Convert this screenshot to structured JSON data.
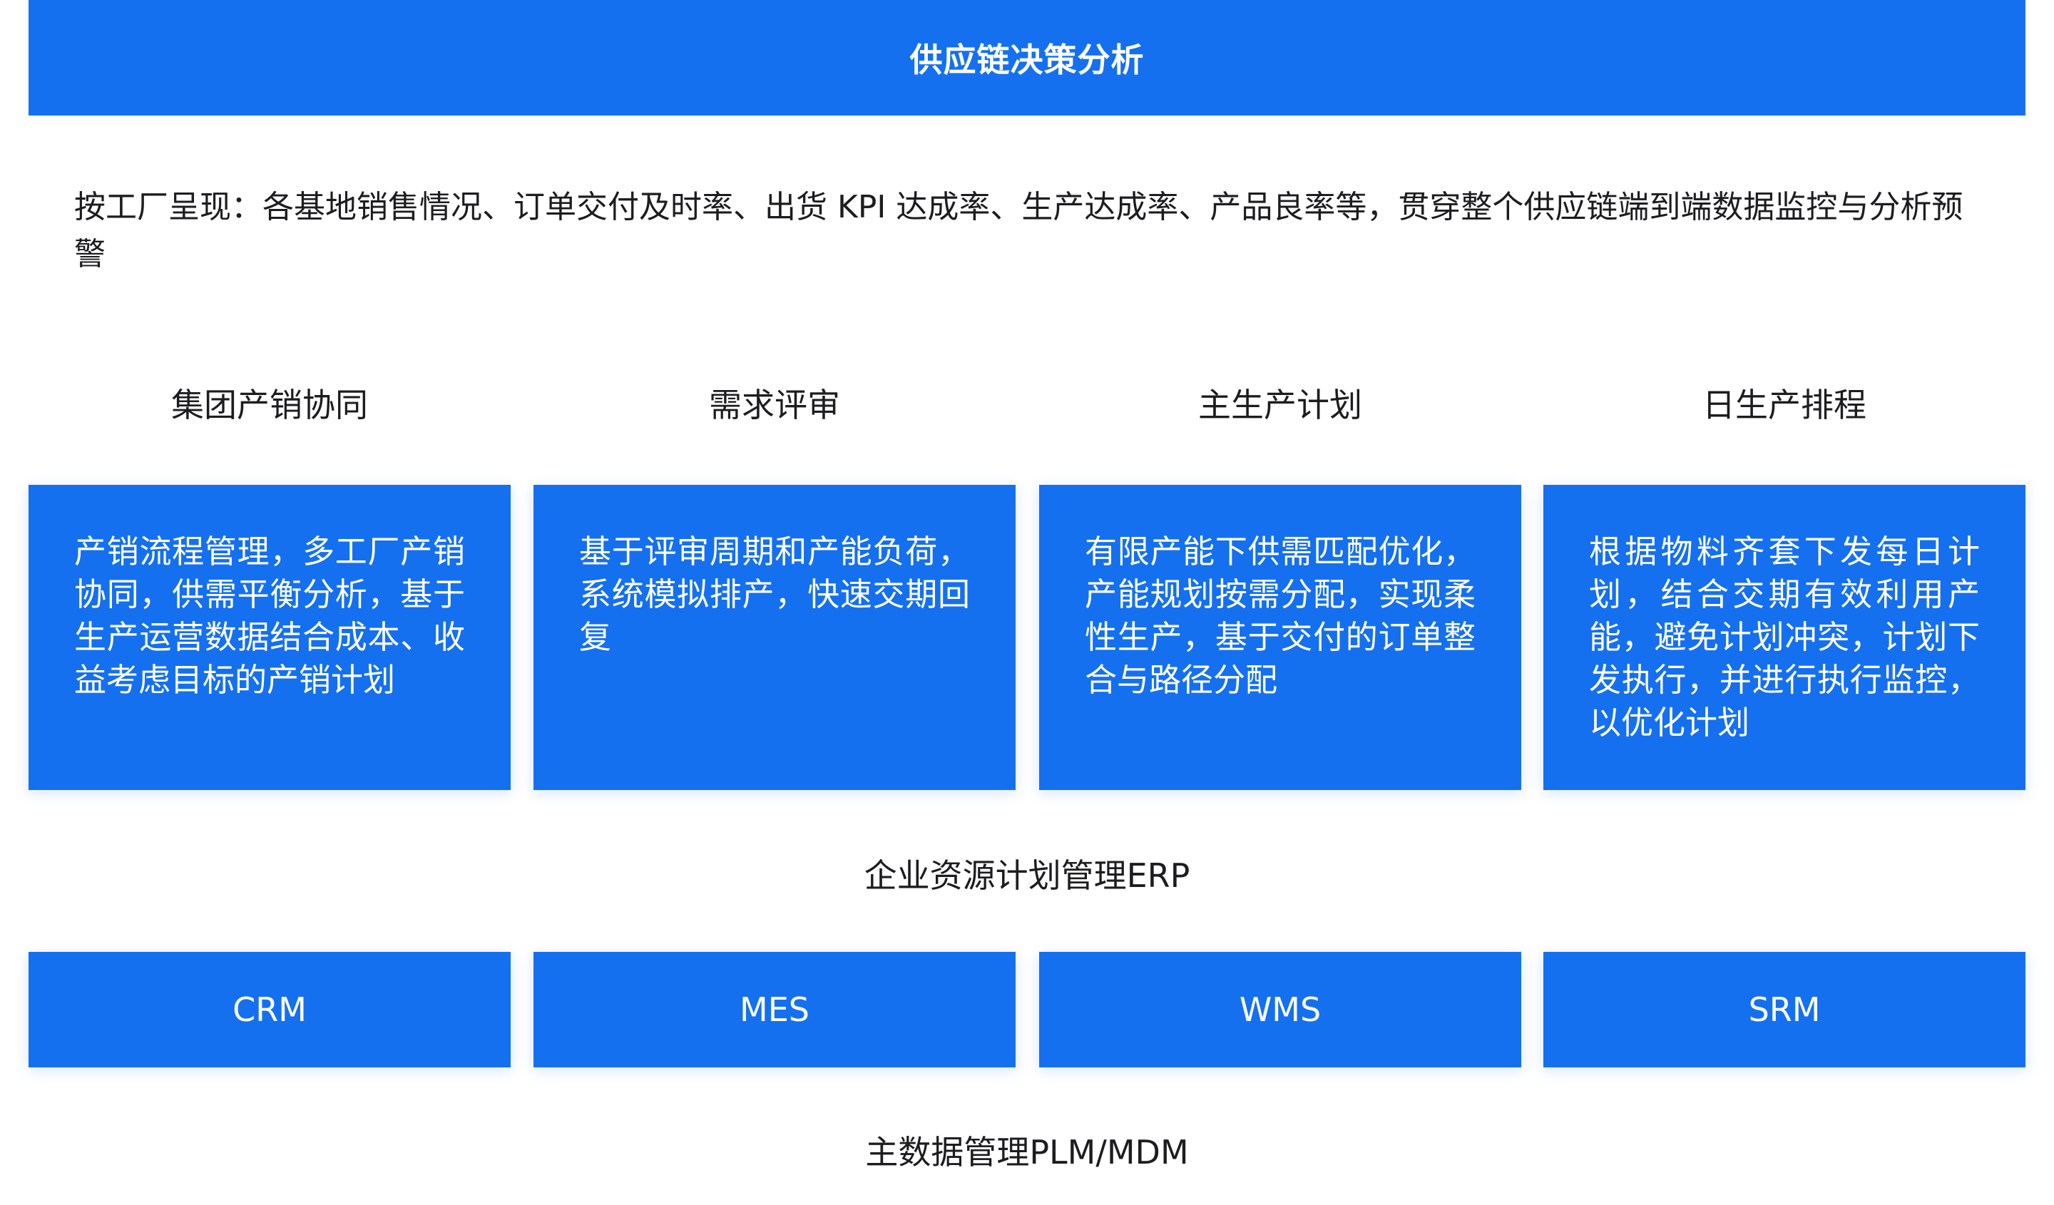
{
  "header": {
    "title": "供应链决策分析"
  },
  "description": "按工厂呈现：各基地销售情况、订单交付及时率、出货 KPI 达成率、生产达成率、产品良率等，贯穿整个供应链端到端数据监控与分析预警",
  "stages": [
    {
      "title": "集团产销协同",
      "body": "产销流程管理，多工厂产销协同，供需平衡分析，基于生产运营数据结合成本、收益考虑目标的产销计划"
    },
    {
      "title": "需求评审",
      "body": "基于评审周期和产能负荷，系统模拟排产，快速交期回复"
    },
    {
      "title": "主生产计划",
      "body": "有限产能下供需匹配优化，产能规划按需分配，实现柔性生产，基于交付的订单整合与路径分配"
    },
    {
      "title": "日生产排程",
      "body": "根据物料齐套下发每日计划，结合交期有效利用产能，避免计划冲突，计划下发执行，并进行执行监控，以优化计划"
    }
  ],
  "erp_label": "企业资源计划管理ERP",
  "systems": [
    "CRM",
    "MES",
    "WMS",
    "SRM"
  ],
  "mdm_label": "主数据管理PLM/MDM",
  "colors": {
    "primary_blue": "#1570ef",
    "text_dark": "#1d1d1f",
    "text_on_blue": "#ffffff"
  }
}
